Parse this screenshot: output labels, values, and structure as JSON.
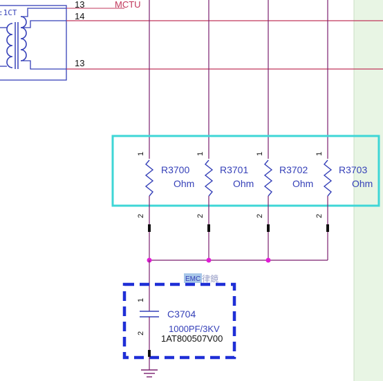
{
  "colors": {
    "wire_red": "#c0365a",
    "wire_purple": "#7a1f6e",
    "text_blue": "#2f3b9c",
    "component_blue": "#3540b8",
    "dashed_box": "#1f2fd6",
    "highlight_cyan": "#3ed6d6",
    "junction": "#e21bd6",
    "side_panel": "#e8f5e4",
    "emc_bg": "#a8c7e8"
  },
  "transformer": {
    "ref": ":1CT",
    "pin_upper": "14",
    "pin_lower": "13",
    "pin_top_partial": "13"
  },
  "net_label_partial": "MCTU",
  "resistors": [
    {
      "ref": "R3700",
      "value": "Ohm",
      "pin1": "1",
      "pin2": "2"
    },
    {
      "ref": "R3701",
      "value": "Ohm",
      "pin1": "1",
      "pin2": "2"
    },
    {
      "ref": "R3702",
      "value": "Ohm",
      "pin1": "1",
      "pin2": "2"
    },
    {
      "ref": "R3703",
      "value": "Ohm",
      "pin1": "1",
      "pin2": "2"
    }
  ],
  "capacitor": {
    "group_tag": "EMC",
    "group_tag_suffix": "律鏡",
    "ref": "C3704",
    "value": "1000PF/3KV",
    "part_no": "1AT800507V00",
    "pin1": "1",
    "pin2": "2"
  }
}
